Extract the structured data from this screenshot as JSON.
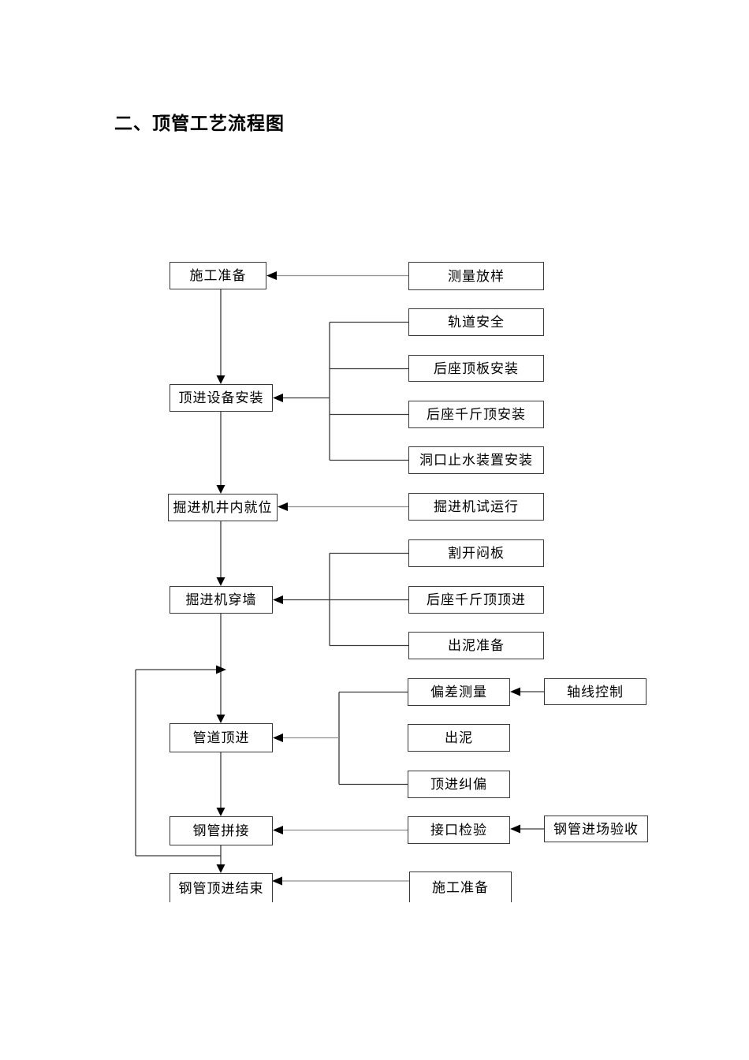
{
  "title": {
    "text": "二、顶管工艺流程图"
  },
  "colors": {
    "page_background": "#ffffff",
    "box_border": "#383838",
    "box_fill": "#ffffff",
    "text": "#000000",
    "connector_dark": "#3a3a3a",
    "connector_light": "#8f8f8f",
    "arrowhead": "#000000"
  },
  "flowchart": {
    "main_flow": [
      {
        "label": "施工准备"
      },
      {
        "label": "顶进设备安装"
      },
      {
        "label": "掘进机井内就位"
      },
      {
        "label": "掘进机穿墙"
      },
      {
        "label": "管道顶进"
      },
      {
        "label": "钢管拼接"
      },
      {
        "label": "钢管顶进结束"
      }
    ],
    "sub_steps": [
      {
        "label": "测量放样",
        "target": "施工准备"
      },
      {
        "label": "轨道安全",
        "target": "顶进设备安装"
      },
      {
        "label": "后座顶板安装",
        "target": "顶进设备安装"
      },
      {
        "label": "后座千斤顶安装",
        "target": "顶进设备安装"
      },
      {
        "label": "洞口止水装置安装",
        "target": "顶进设备安装"
      },
      {
        "label": "掘进机试运行",
        "target": "掘进机井内就位"
      },
      {
        "label": "割开闷板",
        "target": "掘进机穿墙"
      },
      {
        "label": "后座千斤顶顶进",
        "target": "掘进机穿墙"
      },
      {
        "label": "出泥准备",
        "target": "掘进机穿墙"
      },
      {
        "label": "偏差测量",
        "target": "管道顶进"
      },
      {
        "label": "出泥",
        "target": "管道顶进"
      },
      {
        "label": "顶进纠偏",
        "target": "管道顶进"
      },
      {
        "label": "接口检验",
        "target": "钢管拼接"
      },
      {
        "label": "施工准备",
        "target": "钢管顶进结束"
      }
    ],
    "inputs": [
      {
        "label": "轴线控制",
        "target": "偏差测量"
      },
      {
        "label": "钢管进场验收",
        "target": "接口检验"
      }
    ],
    "loop": {
      "from": "钢管拼接",
      "to": "管道顶进"
    }
  }
}
